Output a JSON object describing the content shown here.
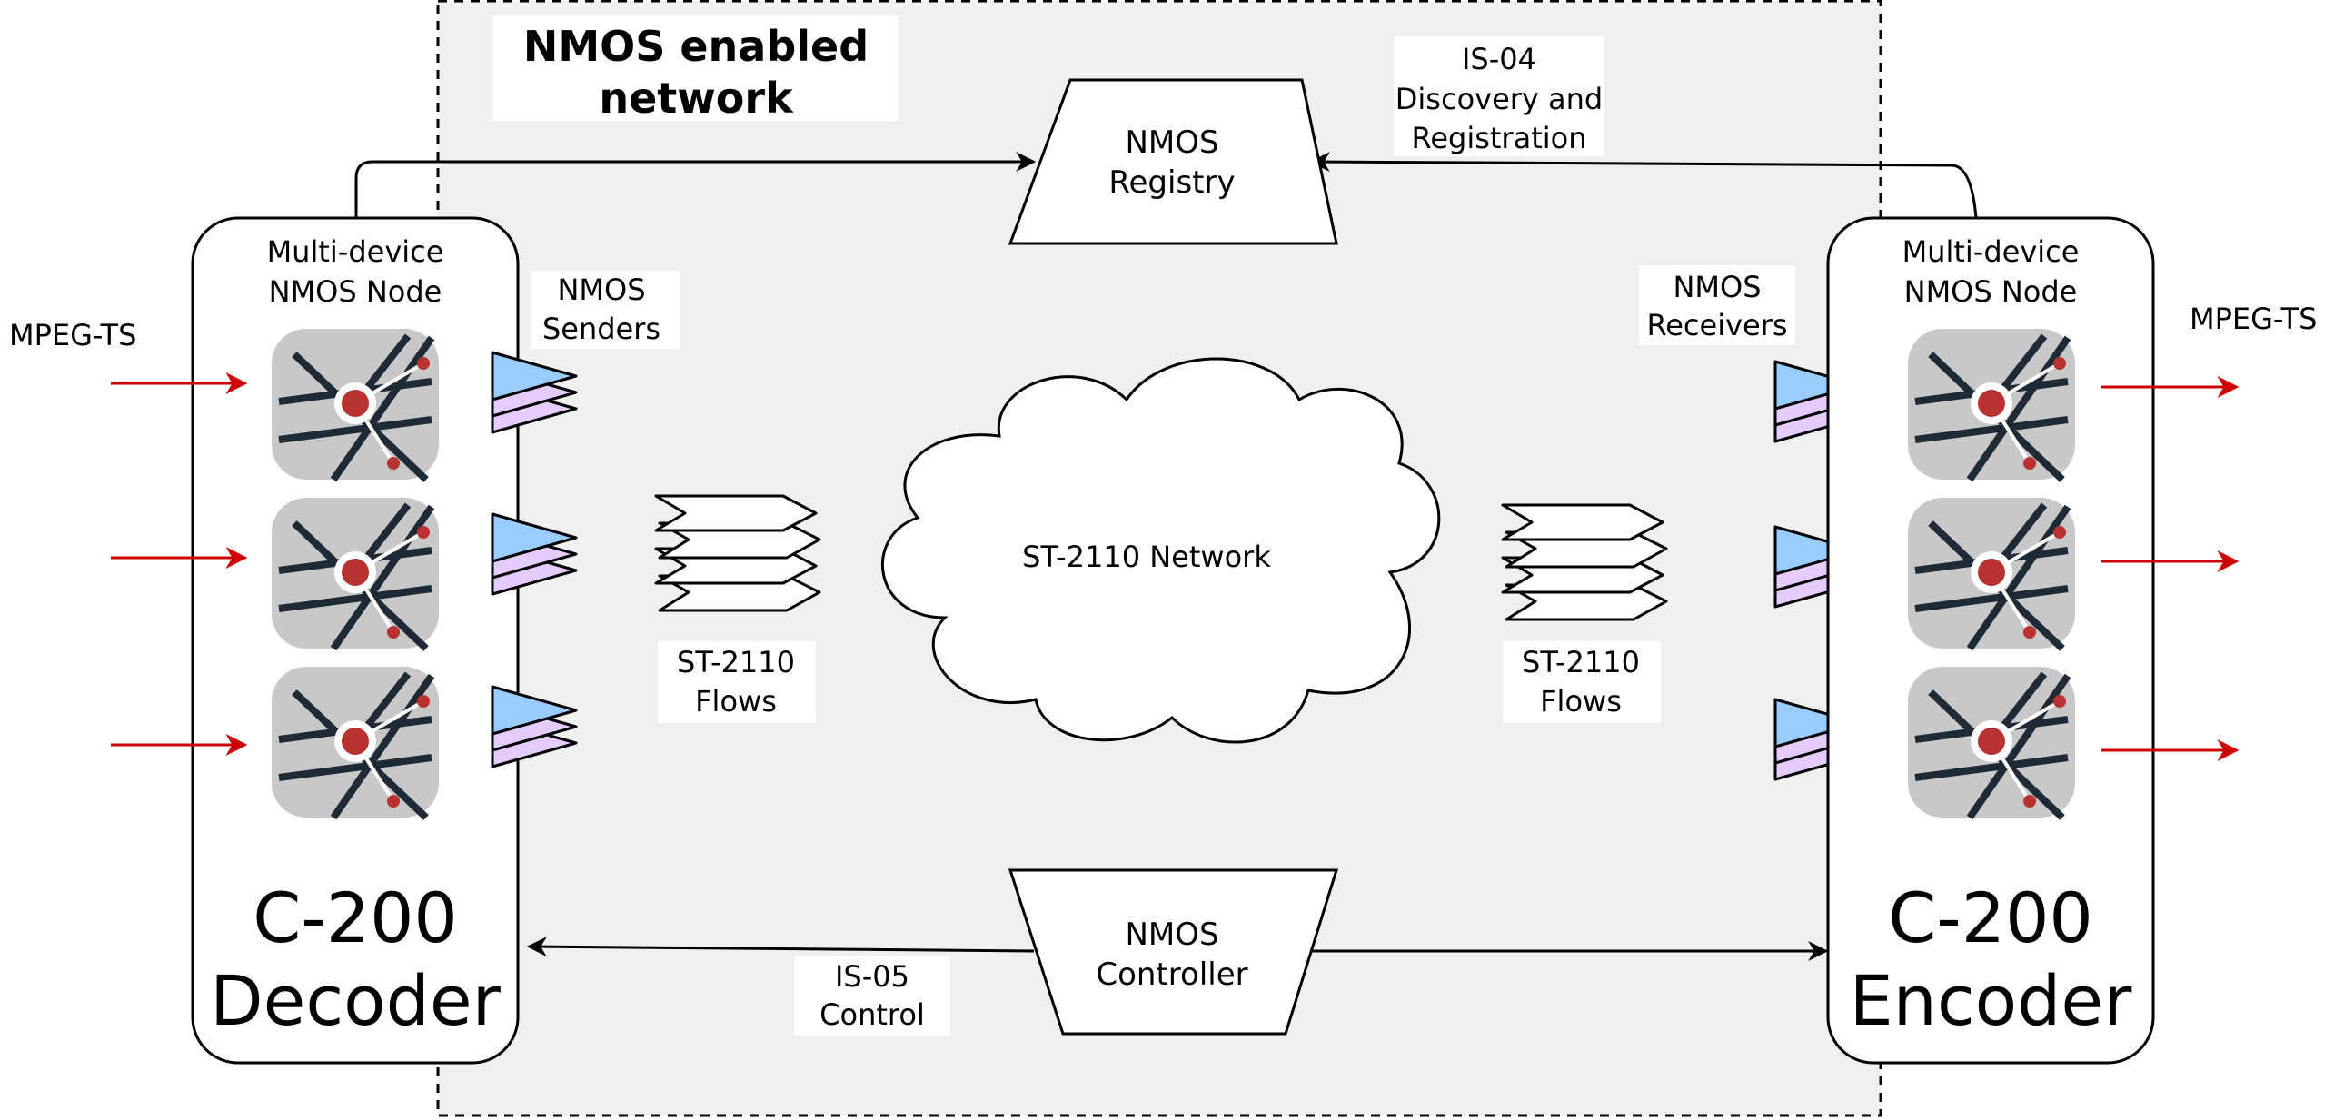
{
  "network": {
    "title_line1": "NMOS enabled",
    "title_line2": "network",
    "background_color": "#f0f0f0"
  },
  "registry": {
    "line1": "NMOS",
    "line2": "Registry"
  },
  "controller": {
    "line1": "NMOS",
    "line2": "Controller"
  },
  "is04": {
    "line1": "IS-04",
    "line2": "Discovery and",
    "line3": "Registration"
  },
  "is05": {
    "line1": "IS-05",
    "line2": "Control"
  },
  "cloud": {
    "label": "ST-2110 Network"
  },
  "decoder": {
    "node_line1": "Multi-device",
    "node_line2": "NMOS Node",
    "model": "C-200",
    "type": "Decoder",
    "input_label": "MPEG-TS",
    "ports_label_line1": "NMOS",
    "ports_label_line2": "Senders",
    "flows_line1": "ST-2110",
    "flows_line2": "Flows",
    "device_count": 3
  },
  "encoder": {
    "node_line1": "Multi-device",
    "node_line2": "NMOS Node",
    "model": "C-200",
    "type": "Encoder",
    "output_label": "MPEG-TS",
    "ports_label_line1": "NMOS",
    "ports_label_line2": "Receivers",
    "flows_line1": "ST-2110",
    "flows_line2": "Flows",
    "device_count": 3
  },
  "colors": {
    "signal_arrow": "#cc0000",
    "port_blue": "#99ccff",
    "port_pink": "#e5ccff",
    "device_tile": "#c8c8c8",
    "device_lines": "#1e2a36",
    "device_dot": "#b83232"
  },
  "icons": {
    "device": "c200-device-icon",
    "port": "nmos-port-icon",
    "flows": "st2110-flows-icon",
    "network": "cloud-icon"
  }
}
